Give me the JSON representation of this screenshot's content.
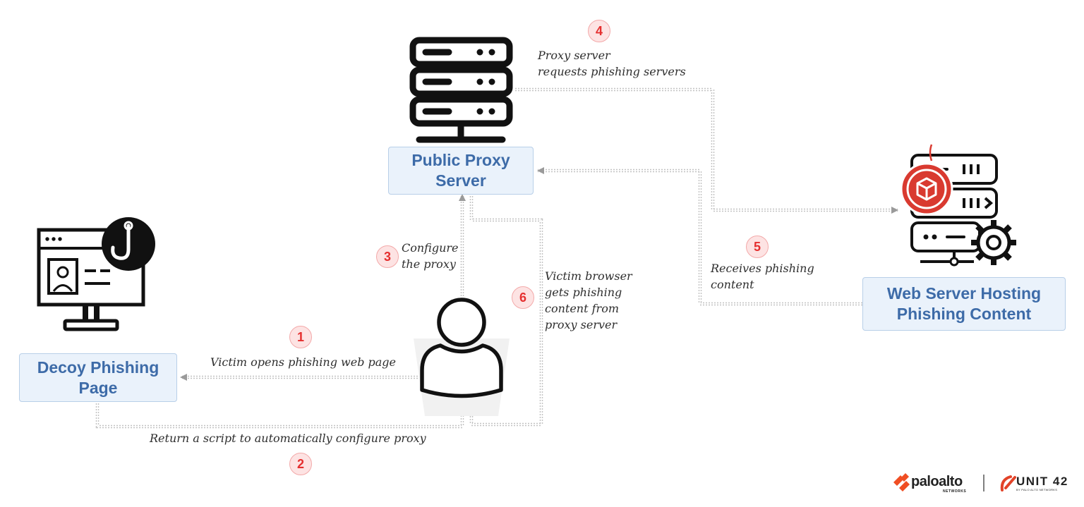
{
  "nodes": {
    "proxy_server": "Public Proxy\nServer",
    "web_server": "Web Server Hosting\nPhishing Content",
    "decoy_page": "Decoy Phishing\nPage"
  },
  "steps": [
    {
      "number": "1",
      "label": "Victim opens phishing web page"
    },
    {
      "number": "2",
      "label": "Return a script to automatically configure proxy"
    },
    {
      "number": "3",
      "label": "Configure\nthe proxy"
    },
    {
      "number": "4",
      "label": "Proxy server\nrequests phishing servers"
    },
    {
      "number": "5",
      "label": "Receives phishing\ncontent"
    },
    {
      "number": "6",
      "label": "Victim browser\ngets phishing\ncontent from\nproxy server"
    }
  ],
  "icons": {
    "server": "server-rack-icon",
    "victim": "user-icon",
    "decoy_monitor": "phishing-monitor-icon",
    "phishing_server": "phishing-server-icon"
  },
  "branding": {
    "paloalto_name": "paloalto",
    "paloalto_sub": "NETWORKS",
    "unit42_name": "UNIT 42",
    "unit42_sub": "BY PALO ALTO NETWORKS"
  },
  "colors": {
    "box_fill": "#eaf2fb",
    "box_text": "#3d6ba8",
    "badge_red": "#e53030",
    "connector": "#b5b5b5",
    "brand_orange": "#f04e23"
  }
}
